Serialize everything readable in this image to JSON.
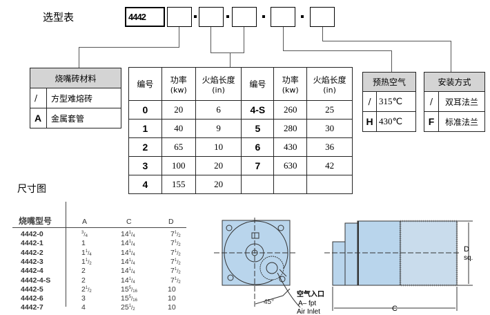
{
  "title": "选型表",
  "code": {
    "prefix": "4442"
  },
  "material": {
    "header": "烧嘴砖材料",
    "rows": [
      {
        "code": "/",
        "label": "方型难熔砖"
      },
      {
        "code": "A",
        "label": "金属套管"
      }
    ]
  },
  "power": {
    "headers": [
      {
        "label": "编号",
        "unit": ""
      },
      {
        "label": "功率",
        "unit": "(kw)"
      },
      {
        "label": "火焰长度",
        "unit": "(in)"
      },
      {
        "label": "编号",
        "unit": ""
      },
      {
        "label": "功率",
        "unit": "(kw)"
      },
      {
        "label": "火焰长度",
        "unit": "(in)"
      }
    ],
    "rows": [
      [
        "0",
        "20",
        "6",
        "4-S",
        "260",
        "25"
      ],
      [
        "1",
        "40",
        "9",
        "5",
        "280",
        "30"
      ],
      [
        "2",
        "65",
        "10",
        "6",
        "430",
        "36"
      ],
      [
        "3",
        "100",
        "20",
        "7",
        "630",
        "42"
      ],
      [
        "4",
        "155",
        "20",
        "",
        "",
        ""
      ]
    ]
  },
  "preheat": {
    "header": "预热空气",
    "rows": [
      {
        "code": "/",
        "label": "315℃"
      },
      {
        "code": "H",
        "label": "430℃"
      }
    ]
  },
  "mount": {
    "header": "安装方式",
    "rows": [
      {
        "code": "/",
        "label": "双耳法兰"
      },
      {
        "code": "F",
        "label": "标准法兰"
      }
    ]
  },
  "dimensions": {
    "title": "尺寸图",
    "headers": {
      "model": "烧嘴型号",
      "a": "A",
      "c": "C",
      "d": "D"
    },
    "rows": [
      {
        "model": "4442-0",
        "a": [
          "",
          "3",
          "4"
        ],
        "c": [
          "14",
          "1",
          "4"
        ],
        "d": [
          "7",
          "1",
          "2"
        ]
      },
      {
        "model": "4442-1",
        "a": [
          "1",
          "",
          ""
        ],
        "c": [
          "14",
          "1",
          "4"
        ],
        "d": [
          "7",
          "1",
          "2"
        ]
      },
      {
        "model": "4442-2",
        "a": [
          "1",
          "1",
          "4"
        ],
        "c": [
          "14",
          "1",
          "4"
        ],
        "d": [
          "7",
          "1",
          "2"
        ]
      },
      {
        "model": "4442-3",
        "a": [
          "1",
          "1",
          "2"
        ],
        "c": [
          "14",
          "1",
          "4"
        ],
        "d": [
          "7",
          "1",
          "2"
        ]
      },
      {
        "model": "4442-4",
        "a": [
          "2",
          "",
          ""
        ],
        "c": [
          "14",
          "1",
          "4"
        ],
        "d": [
          "7",
          "1",
          "2"
        ]
      },
      {
        "model": "4442-4-S",
        "a": [
          "2",
          "",
          ""
        ],
        "c": [
          "14",
          "1",
          "4"
        ],
        "d": [
          "7",
          "1",
          "2"
        ]
      },
      {
        "model": "4442-5",
        "a": [
          "2",
          "1",
          "2"
        ],
        "c": [
          "15",
          "5",
          "16"
        ],
        "d": [
          "10",
          "",
          ""
        ]
      },
      {
        "model": "4442-6",
        "a": [
          "3",
          "",
          ""
        ],
        "c": [
          "15",
          "5",
          "16"
        ],
        "d": [
          "10",
          "",
          ""
        ]
      },
      {
        "model": "4442-7",
        "a": [
          "4",
          "",
          ""
        ],
        "c": [
          "25",
          "1",
          "2"
        ],
        "d": [
          "10",
          "",
          ""
        ]
      }
    ]
  },
  "drawing": {
    "angle": "45°",
    "inlet_cn": "空气入口",
    "inlet_a": "A– fpt",
    "inlet_en": "Air Inlet",
    "d_label": "D",
    "d_sq": "sq.",
    "c_label": "C"
  },
  "colors": {
    "body": "#b9d5ec",
    "header_bg": "#d4d4d4"
  }
}
